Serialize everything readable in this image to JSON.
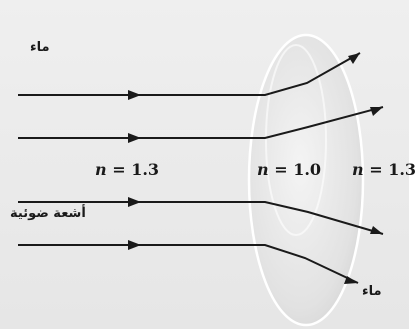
{
  "diagram": {
    "labels": {
      "water_top": "ماء",
      "water_bottom": "ماء",
      "light_rays": "أشعة ضوئية",
      "n_symbol": "n",
      "equals": " = ",
      "n_left": "1.3",
      "n_middle": "1.0",
      "n_right": "1.3"
    },
    "colors": {
      "background": "#ececec",
      "ray": "#1a1a1a",
      "lens_fill": "#dcdcdc",
      "lens_edge": "#ffffff"
    }
  }
}
